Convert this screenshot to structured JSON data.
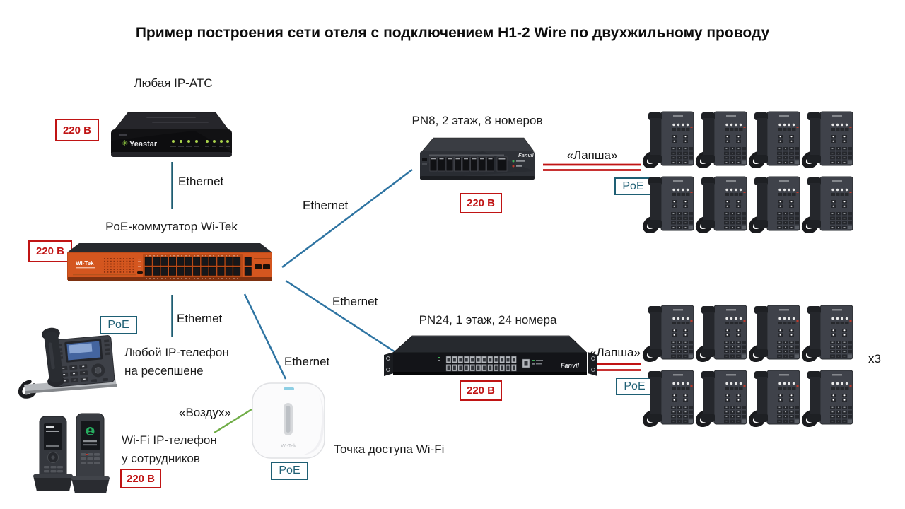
{
  "title": "Пример построения сети отеля с подключением H1-2 Wire по двухжильному проводу",
  "colors": {
    "ethernet_line": "#2e74a2",
    "ethernet_line_dark": "#1e5d72",
    "power_red": "#c01414",
    "poe_teal": "#1e5f74",
    "air_green": "#70ad47",
    "witek_orange": "#d4561f"
  },
  "badges": {
    "power": "220 В",
    "poe": "PoE"
  },
  "links": {
    "ethernet": "Ethernet",
    "lapsha": "«Лапша»",
    "vozduh": "«Воздух»"
  },
  "multiplier": "x3",
  "nodes": {
    "ip_atc": {
      "label": "Любая IP-АТС",
      "brand": "Yeastar"
    },
    "poe_switch": {
      "label": "PoE-коммутатор Wi-Tek",
      "brand": "Wi-Tek"
    },
    "pn8": {
      "label": "PN8, 2 этаж, 8 номеров",
      "brand": "Fanvil"
    },
    "pn24": {
      "label": "PN24, 1 этаж, 24 номера",
      "brand": "Fanvil"
    },
    "reception_phone": {
      "label_line1": "Любой IP-телефон",
      "label_line2": "на ресепшене"
    },
    "wifi_phone": {
      "label_line1": "Wi-Fi IP-телефон",
      "label_line2": "у сотрудников"
    },
    "access_point": {
      "label": "Точка доступа Wi-Fi",
      "brand": "Wi-Tek"
    }
  }
}
